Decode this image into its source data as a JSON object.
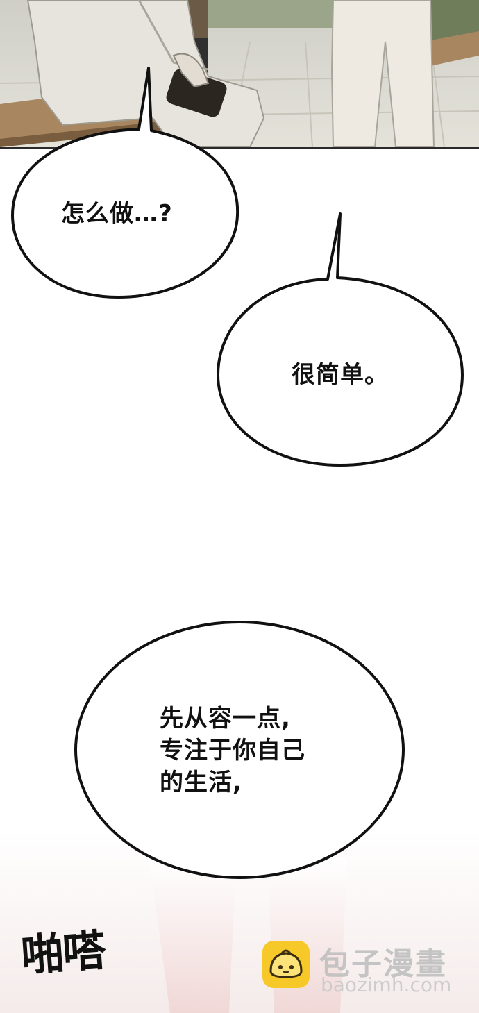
{
  "bubbles": [
    {
      "lines": [
        "怎么做…?"
      ]
    },
    {
      "lines": [
        "很简单。"
      ]
    },
    {
      "lines": [
        "先从容一点,",
        "专注于你自己",
        "的生活,"
      ]
    }
  ],
  "sfx": "啪嗒",
  "watermark": {
    "title": "包子漫畫",
    "url": "baozimh.com",
    "icon": "bun-face-icon",
    "icon_color": "#f7c928"
  },
  "colors": {
    "ink": "#111111",
    "bubble_fill": "#ffffff"
  }
}
